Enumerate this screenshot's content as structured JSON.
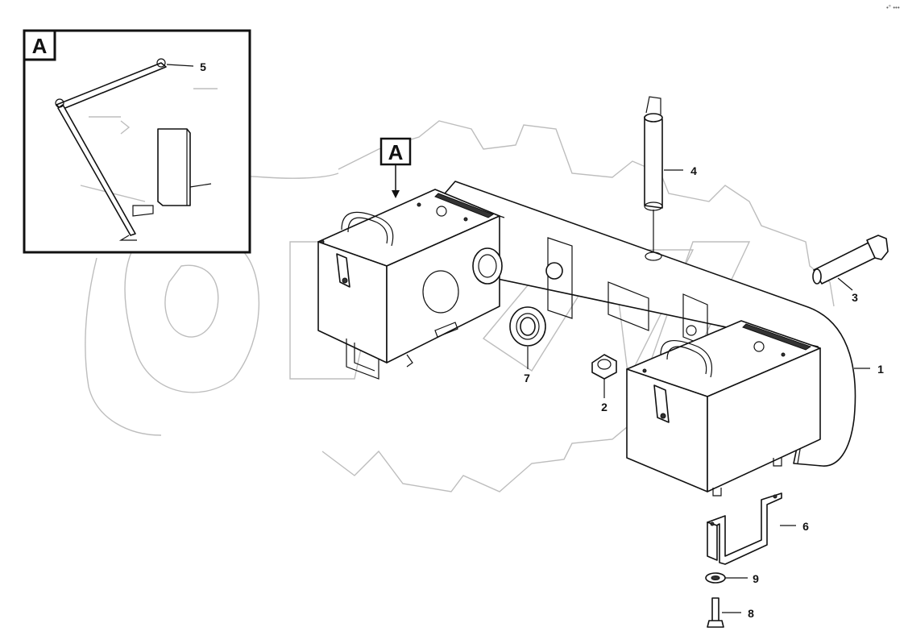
{
  "corner_text": "•° •••",
  "detail_view": {
    "tag": "A"
  },
  "main_view": {
    "tag": "A"
  },
  "callouts": [
    "1",
    "2",
    "3",
    "4",
    "5",
    "6",
    "7",
    "8",
    "9"
  ],
  "colors": {
    "line": "#111111",
    "watermark": "#bdbdbd",
    "background": "#ffffff"
  },
  "icons": {
    "watermark": "gear-watermark-icon",
    "view_arrow": "arrow-down-icon"
  }
}
